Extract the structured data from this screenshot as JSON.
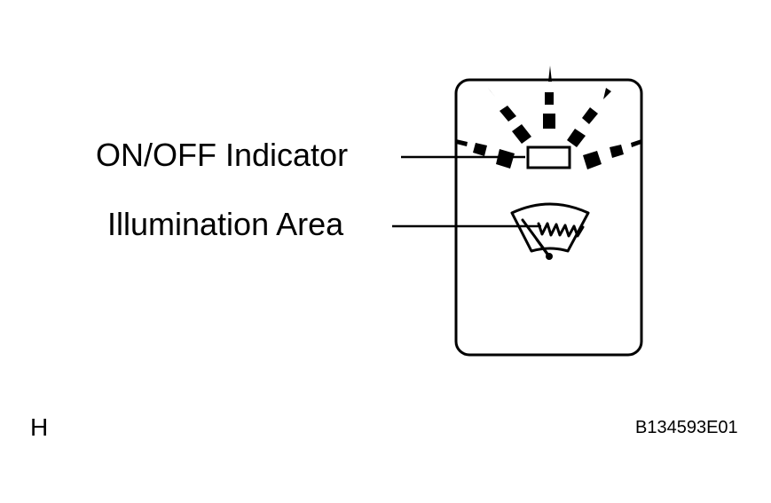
{
  "labels": {
    "on_off_indicator": "ON/OFF Indicator",
    "illumination_area": "Illumination Area"
  },
  "corner": {
    "left_code": "H",
    "figure_id": "B134593E01"
  },
  "icons": {
    "switch_symbol": "rear-wiper-icon",
    "indicator": "on-off-indicator-lamp",
    "rays": "light-rays"
  },
  "colors": {
    "line": "#000000",
    "background": "#ffffff"
  }
}
